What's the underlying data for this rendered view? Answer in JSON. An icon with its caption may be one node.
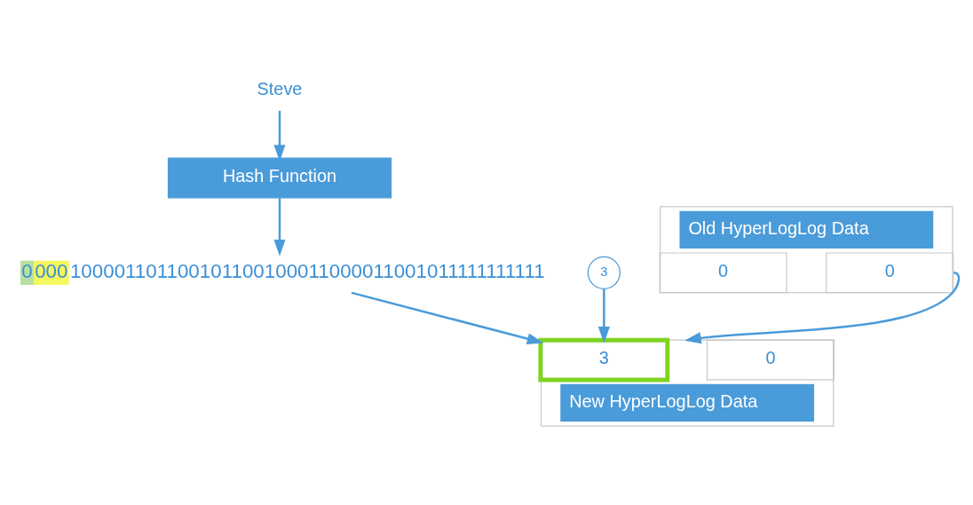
{
  "diagram": {
    "nodes": [
      {
        "text": [
          "Steve"
        ]
      },
      {
        "text": [
          "Hash Function"
        ]
      },
      {
        "text": [
          "0",
          "000",
          "100001101100101100100011000011001011111111111"
        ]
      },
      {
        "text": [
          "3"
        ]
      },
      {
        "text": [
          "Old HyperLogLog Data"
        ]
      },
      {
        "text": [
          "0"
        ],
        "in": 4
      },
      {
        "text": [
          "0"
        ],
        "in": 4
      },
      {
        "text": [
          "New HyperLogLog Data"
        ]
      },
      {
        "text": [
          "3"
        ],
        "in": 7
      },
      {
        "text": [
          "0"
        ],
        "in": 7
      }
    ],
    "edges": [
      {
        "from": 0,
        "to": 1,
        "arrow": "to"
      },
      {
        "from": 1,
        "to": 2,
        "arrow": "to"
      },
      {
        "from": 4,
        "to": 7,
        "arrow": "to"
      },
      {
        "from": 2,
        "to": 8,
        "arrow": "to"
      },
      {
        "from": 3,
        "to": 8,
        "arrow": "to"
      }
    ]
  }
}
